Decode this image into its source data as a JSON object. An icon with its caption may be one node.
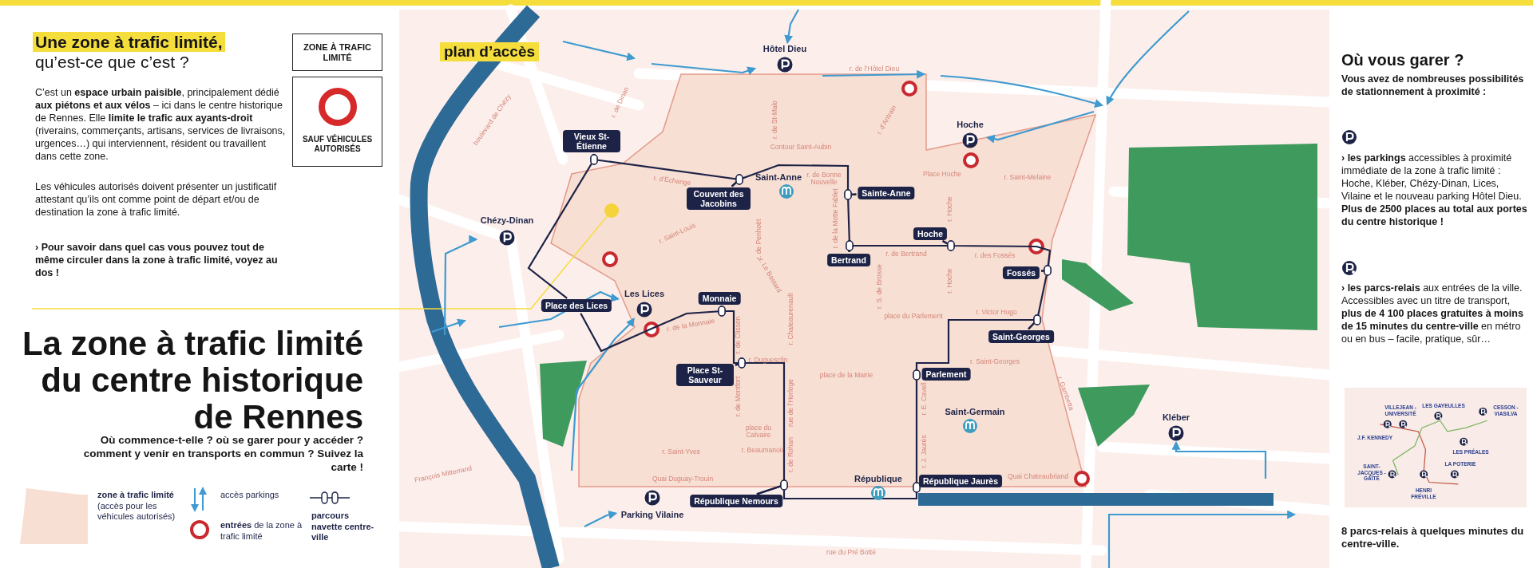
{
  "diagram": {
    "title": "La zone à trafic limité du centre historique de Rennes",
    "nodes": [
      {
        "text": [
          "ZONE À TRAFIC LIMITÉ"
        ]
      },
      {
        "text": [
          "SAUF VÉHICULES AUTORISÉS"
        ]
      },
      {
        "text": [
          "Hôtel Dieu"
        ]
      },
      {
        "text": [
          "Hoche"
        ]
      },
      {
        "text": [
          "Vieux St-Étienne"
        ]
      },
      {
        "text": [
          "Couvent des Jacobins"
        ]
      },
      {
        "text": [
          "Sainte-Anne"
        ]
      },
      {
        "text": [
          "Chézy-Dinan"
        ]
      },
      {
        "text": [
          "Hoche"
        ]
      },
      {
        "text": [
          "Bertrand"
        ]
      },
      {
        "text": [
          "Fossés"
        ]
      },
      {
        "text": [
          "Monnaie"
        ]
      },
      {
        "text": [
          "Place des Lices"
        ]
      },
      {
        "text": [
          "Les Lices"
        ]
      },
      {
        "text": [
          "Place St-Sauveur"
        ]
      },
      {
        "text": [
          "Saint-Georges"
        ]
      },
      {
        "text": [
          "Parlement"
        ]
      },
      {
        "text": [
          "Kléber"
        ]
      },
      {
        "text": [
          "République Jaurès"
        ]
      },
      {
        "text": [
          "République Nemours"
        ]
      },
      {
        "text": [
          "Parking Vilaine"
        ]
      }
    ],
    "edges": [
      {
        "from": null,
        "to": 2,
        "arrow": "to",
        "color": "#3f9ad0"
      },
      {
        "from": null,
        "to": 2,
        "arrow": "to",
        "color": "#3f9ad0"
      },
      {
        "from": null,
        "to": 7,
        "arrow": "to",
        "color": "#3f9ad0"
      },
      {
        "from": null,
        "to": 13,
        "arrow": "to",
        "color": "#3f9ad0"
      },
      {
        "from": null,
        "to": 13,
        "arrow": "to",
        "color": "#3f9ad0"
      },
      {
        "from": null,
        "to": 3,
        "arrow": "to",
        "color": "#3f9ad0"
      },
      {
        "from": null,
        "to": 17,
        "arrow": "to",
        "color": "#3f9ad0"
      },
      {
        "from": null,
        "to": 20,
        "arrow": "to",
        "color": "#3f9ad0"
      },
      {
        "from": 4,
        "to": 5,
        "arrow": "other"
      },
      {
        "from": 5,
        "to": 6,
        "arrow": "other"
      },
      {
        "from": 6,
        "to": 9,
        "arrow": "other"
      },
      {
        "from": 9,
        "to": 8,
        "arrow": "other"
      },
      {
        "from": 8,
        "to": 10,
        "arrow": "other"
      },
      {
        "from": 10,
        "to": 15,
        "arrow": "other"
      },
      {
        "from": 15,
        "to": 16,
        "arrow": "other"
      },
      {
        "from": 16,
        "to": 18,
        "arrow": "other"
      },
      {
        "from": 18,
        "to": 19,
        "arrow": "other"
      },
      {
        "from": 19,
        "to": 14,
        "arrow": "other"
      },
      {
        "from": 14,
        "to": 11,
        "arrow": "other"
      },
      {
        "from": 11,
        "to": 12,
        "arrow": "other"
      },
      {
        "from": 12,
        "to": 4,
        "arrow": "other"
      }
    ],
    "labels": [
      "**Une zone à trafic limité,** qu’est-ce que c’est ?",
      "C’est un **espace urbain paisible**, principalement dédié **aux piétons et aux vélos** – ici dans le centre historique de Rennes. Elle **limite le trafic aux ayants-droit** (riverains, commerçants, artisans, services de livraisons, urgences…) qui interviennent, résident ou travaillent dans cette zone.",
      "Les véhicules autorisés doivent présenter un justificatif attestant qu’ils ont comme point de départ et/ou de destination la zone à trafic limité.",
      "› Pour savoir dans quel cas vous pouvez tout de même circuler dans la zone à trafic limité, voyez au dos !",
      "Où commence-t-elle ? où se garer pour y accéder ? comment y venir en transports en commun ? Suivez la carte !",
      "plan d’accès",
      "boulevard de Chézy",
      "r. de Dinan",
      "r. de St-Malo",
      "r. de l’Hôtel Dieu",
      "r. d’Antrain",
      "Contour Saint-Aubin",
      "r. de Bonne Nouvelle",
      "Saint-Anne",
      "Place Hoche",
      "r. Saint-Melaine",
      "r. d’Échange",
      "r. de la Motte Fablet",
      "r. Hoche",
      "r. Saint-Louis",
      "r. de Penhoët",
      "r. de Bertrand",
      "r. des Fossés",
      "r. Le Bastard",
      "r. S. de Brosse",
      "r. Hoche",
      "place du Parlement",
      "r. Victor Hugo",
      "r. de la Monnaie",
      "r. de Clisson",
      "r. Chateaurenault",
      "r. Duguesclin",
      "r. Saint-Georges",
      "place de la Mairie",
      "r. de Montfort",
      "rue de l’Horloge",
      "r. E. Cavell",
      "r. Gambetta",
      "Saint-Germain",
      "place du Calvaire",
      "r. Saint-Yves",
      "r. Beaumanoir",
      "r. de Rohan",
      "r. J. Jaurès",
      "François Mitterrand",
      "Quai Duguay-Trouin",
      "République",
      "Quai Chateaubriand",
      "rue du Pré Botté",
      "Où vous garer ?",
      "Vous avez de nombreuses possibilités de stationnement à proximité :",
      "**› les parkings** accessibles à proximité immédiate de la zone à trafic limité : Hoche, Kléber, Chézy-Dinan, Lices, Vilaine et le nouveau parking Hôtel Dieu. **Plus de 2500 places au total aux portes du centre historique !**",
      "**› les parcs-relais** aux entrées de la ville. Accessibles avec un titre de transport, **plus de 4 100 places gratuites à moins de 15 minutes du centre-ville** en métro ou en bus – facile, pratique, sûr…",
      "VILLEJEAN - UNIVERSITÉ",
      "LES GAYEULLES",
      "CESSON - VIASILVA",
      "J.F. KENNEDY",
      "LES PRÉALES",
      "SAINT-JACQUES -GAÎTÉ",
      "LA POTERIE",
      "HENRI FRÉVILLE",
      "8 parcs-relais à quelques minutes du centre-ville."
    ],
    "legend": [
      {
        "text": "**zone à trafic limité** (accès pour les véhicules autorisés)",
        "color": "#f8dfd3"
      },
      {
        "text": "accès parkings"
      },
      {
        "text": "**entrées** de la zone à trafic limité"
      },
      {
        "text": "parcours navette centre-ville"
      }
    ]
  }
}
